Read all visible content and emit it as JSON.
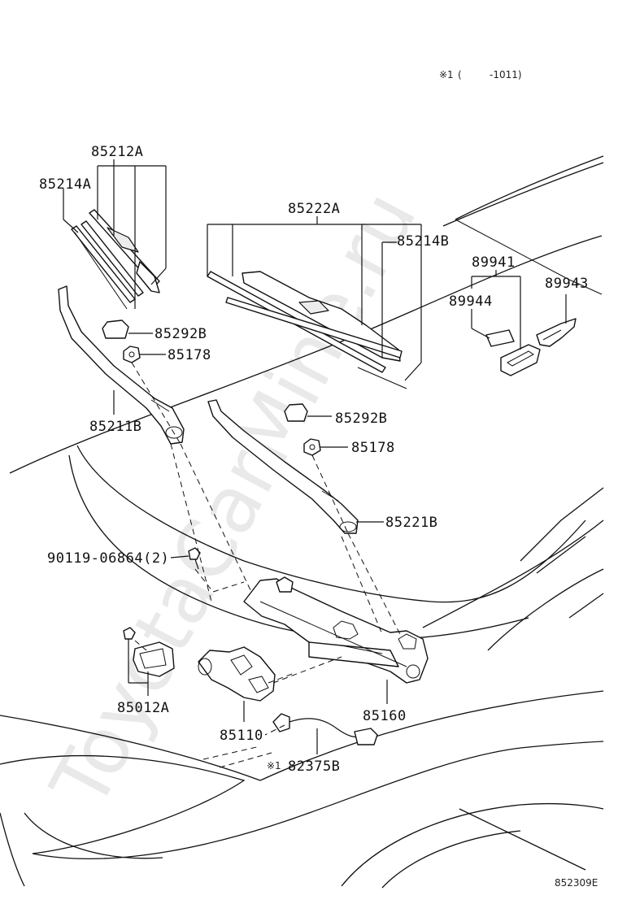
{
  "watermark": "ToyotaCarMine.ru",
  "note": {
    "mark": "※1",
    "open_paren": "(",
    "range": "-1011)"
  },
  "figure_code": "852309E",
  "labels": {
    "p85212A": "85212A",
    "p85214A": "85214A",
    "p85222A": "85222A",
    "p85214B": "85214B",
    "p89941": "89941",
    "p89944": "89944",
    "p89943": "89943",
    "p85292B_1": "85292B",
    "p85178_1": "85178",
    "p85211B": "85211B",
    "p85292B_2": "85292B",
    "p85178_2": "85178",
    "p85221B": "85221B",
    "p90119": "90119-06864(2)",
    "p85012A": "85012A",
    "p85160": "85160",
    "p85110": "85110",
    "p82375B_mark": "※1",
    "p82375B": "82375B"
  }
}
